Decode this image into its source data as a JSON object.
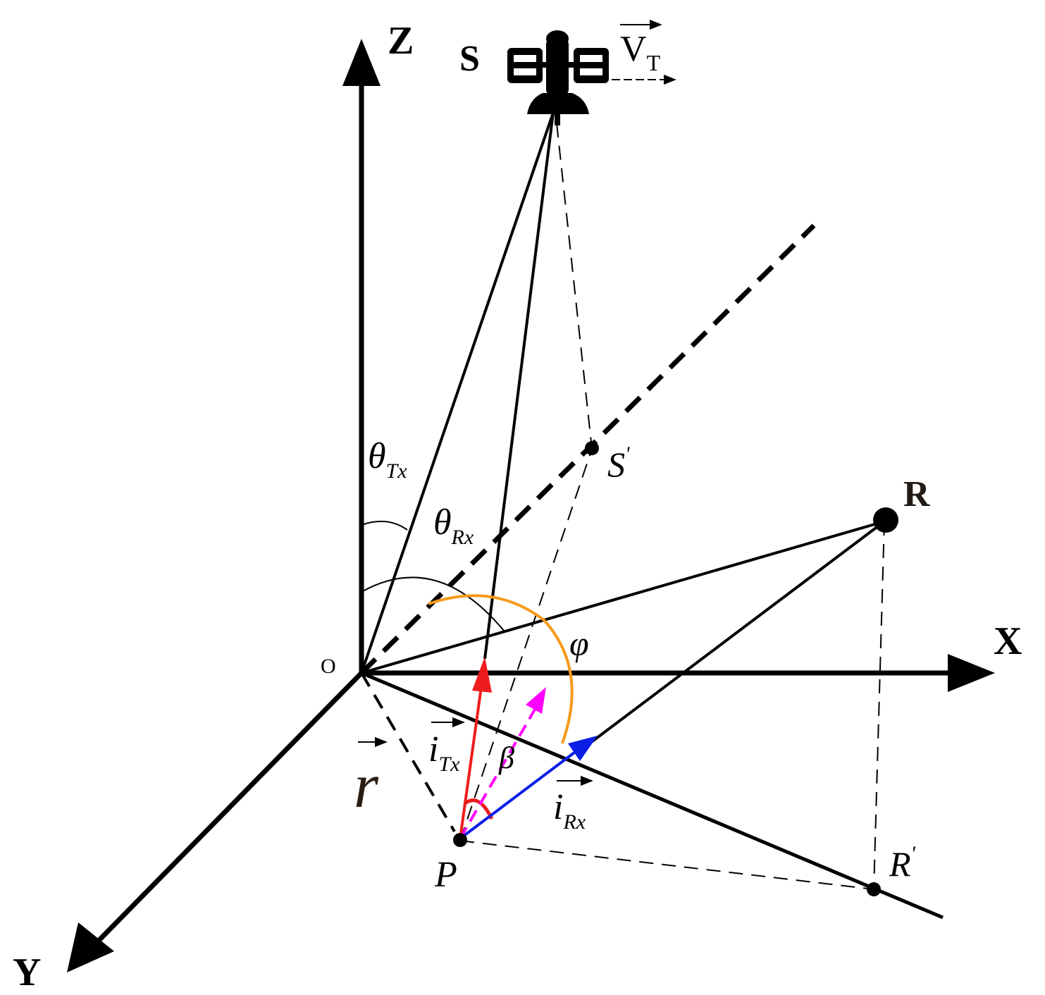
{
  "axes": {
    "x_label": "X",
    "y_label": "Y",
    "z_label": "Z",
    "origin_label": "O"
  },
  "points": {
    "satellite": "S",
    "satellite_projection": "S",
    "receiver": "R",
    "receiver_projection": "R",
    "scatter_point": "P",
    "prime_mark": "'"
  },
  "vectors": {
    "velocity_main": "V",
    "velocity_sub": "T",
    "incident_main": "i",
    "incident_sub": "Tx",
    "scattered_main": "i",
    "scattered_sub": "Rx",
    "position": "r"
  },
  "angles": {
    "theta_tx_main": "θ",
    "theta_tx_sub": "Tx",
    "theta_rx_main": "θ",
    "theta_rx_sub": "Rx",
    "phi": "φ",
    "beta": "β"
  },
  "icons": {
    "satellite": "satellite-icon"
  },
  "colors": {
    "incident_vector": "#ee1c1c",
    "scattered_vector": "#0a1ee6",
    "bisector_vector": "#ff00ff",
    "phi_arc": "#f59a1b",
    "beta_arc": "#ee1c1c",
    "lines": "#000000"
  }
}
